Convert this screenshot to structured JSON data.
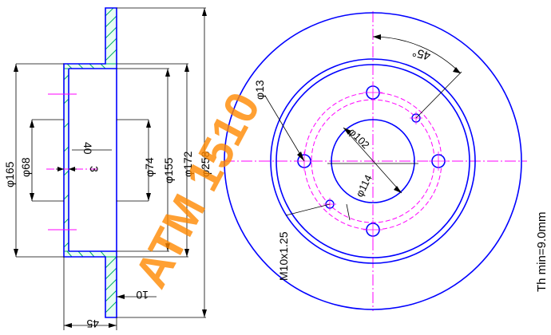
{
  "labels": {
    "d165": "φ165",
    "d68": "φ68",
    "v40": "40",
    "v3": "3",
    "d74": "φ74",
    "d155": "φ155",
    "d172": "φ172",
    "d258": "φ258",
    "v10": "10",
    "v45": "45",
    "angle": "45°",
    "d13": "φ13",
    "d102": "φ102",
    "d114": "φ114",
    "thread": "M10x1.25",
    "thickness": "Th min=9.0mm"
  },
  "watermark": "ATM 1510",
  "colors": {
    "profile": "#0000ff",
    "hatch": "#00aa66",
    "center": "#ff00ff",
    "dimension": "#000000",
    "watermark": "#ff8800"
  }
}
